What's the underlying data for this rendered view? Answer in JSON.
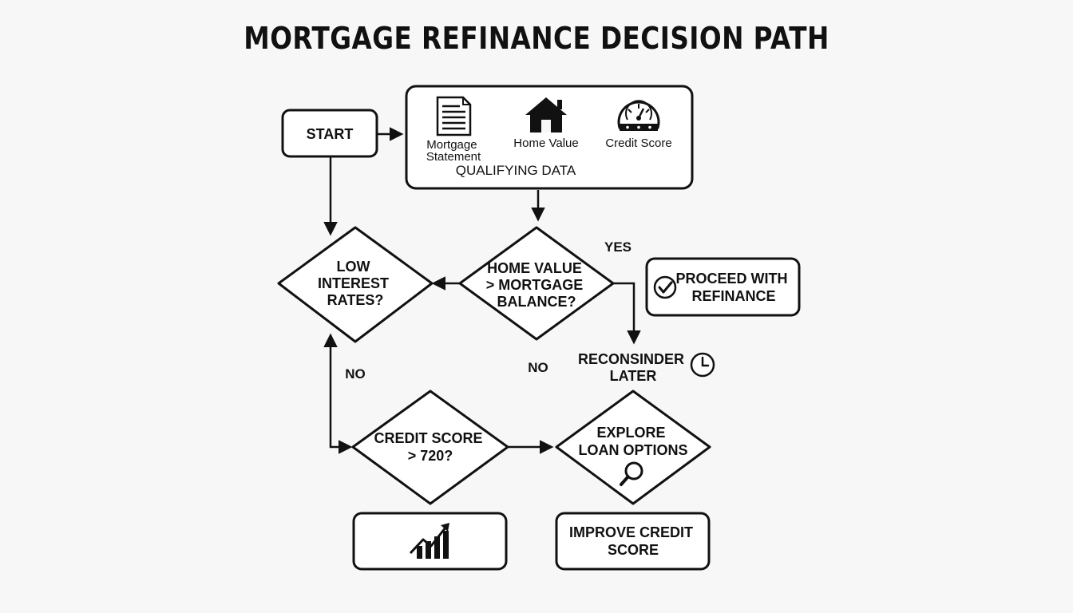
{
  "title": "MORTGAGE REFINANCE DECISION PATH",
  "nodes": {
    "start": "START",
    "qualifying": {
      "label": "QUALIFYING DATA",
      "items": [
        {
          "label_lines": [
            "Mortgage",
            "Statement"
          ],
          "icon": "document-icon"
        },
        {
          "label_lines": [
            "Home Value"
          ],
          "icon": "house-icon"
        },
        {
          "label_lines": [
            "Credit Score"
          ],
          "icon": "gauge-icon"
        }
      ]
    },
    "low_rates": {
      "lines": [
        "LOW",
        "INTEREST",
        "RATES?"
      ]
    },
    "home_value": {
      "lines": [
        "HOME VALUE",
        "> MORTGAGE",
        "BALANCE?"
      ]
    },
    "proceed": {
      "lines": [
        "PROCEED WITH",
        "REFINANCE"
      ],
      "icon": "check-circle-icon"
    },
    "reconsider": {
      "lines": [
        "RECONSINDER",
        "LATER"
      ],
      "icon": "clock-icon"
    },
    "credit_score": {
      "lines": [
        "CREDIT SCORE",
        "> 720?"
      ]
    },
    "explore": {
      "lines": [
        "EXPLORE",
        "LOAN OPTIONS"
      ],
      "icon": "magnifier-icon"
    },
    "chart_box": {
      "icon": "growth-chart-icon"
    },
    "improve": {
      "lines": [
        "IMPROVE CREDIT",
        "SCORE"
      ]
    }
  },
  "edge_labels": {
    "yes": "YES",
    "no_left": "NO",
    "no_mid": "NO"
  }
}
